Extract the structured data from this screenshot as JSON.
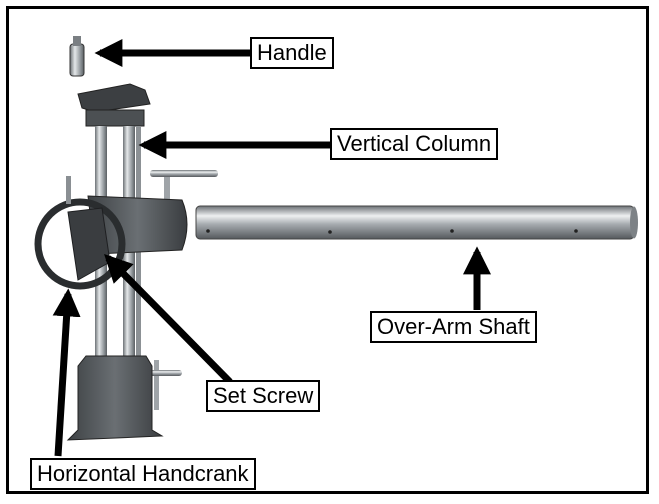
{
  "labels": {
    "handle": "Handle",
    "vertical_column": "Vertical Column",
    "over_arm_shaft": "Over-Arm Shaft",
    "set_screw": "Set Screw",
    "horizontal_handcrank": "Horizontal Handcrank"
  },
  "colors": {
    "frame": "#000000",
    "cast_iron": "#55595c",
    "steel": "#b8bdc1",
    "arrow": "#000000"
  }
}
